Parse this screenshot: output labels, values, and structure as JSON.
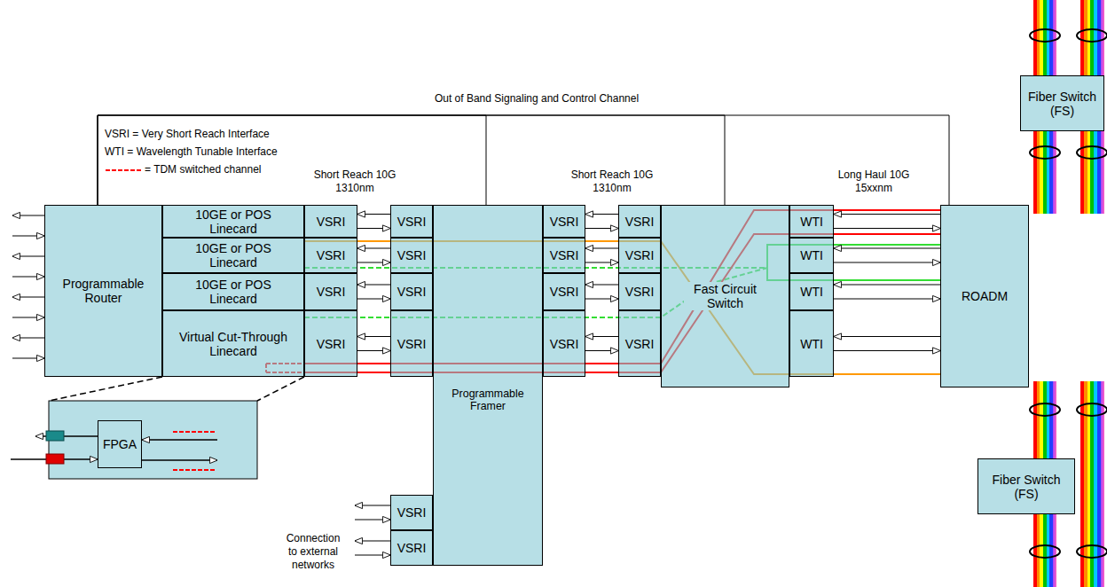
{
  "diagram": {
    "nodes": [
      {
        "text": [
          "Programmable Router"
        ]
      },
      {
        "text": [
          "10GE or POS Linecard"
        ]
      },
      {
        "text": [
          "10GE or POS Linecard"
        ]
      },
      {
        "text": [
          "10GE or POS Linecard"
        ]
      },
      {
        "text": [
          "Virtual Cut-Through Linecard"
        ]
      },
      {
        "text": [
          "VSRI"
        ]
      },
      {
        "text": [
          "VSRI"
        ]
      },
      {
        "text": [
          "VSRI"
        ]
      },
      {
        "text": [
          "VSRI"
        ]
      },
      {
        "text": [
          "VSRI"
        ]
      },
      {
        "text": [
          "VSRI"
        ]
      },
      {
        "text": [
          "VSRI"
        ]
      },
      {
        "text": [
          "VSRI"
        ]
      },
      {
        "text": [
          "Programmable Framer"
        ]
      },
      {
        "text": [
          "VSRI"
        ]
      },
      {
        "text": [
          "VSRI"
        ]
      },
      {
        "text": [
          "VSRI"
        ]
      },
      {
        "text": [
          "VSRI"
        ]
      },
      {
        "text": [
          "VSRI"
        ]
      },
      {
        "text": [
          "VSRI"
        ]
      },
      {
        "text": [
          "VSRI"
        ]
      },
      {
        "text": [
          "VSRI"
        ]
      },
      {
        "text": [
          "Fast Circuit Switch"
        ]
      },
      {
        "text": [
          "WTI"
        ]
      },
      {
        "text": [
          "WTI"
        ]
      },
      {
        "text": [
          "WTI"
        ]
      },
      {
        "text": [
          "WTI"
        ]
      },
      {
        "text": [
          "ROADM"
        ]
      },
      {
        "text": [
          "Fiber Switch (FS)"
        ]
      },
      {
        "text": [
          "Fiber Switch (FS)"
        ]
      },
      {
        "text": [
          "FPGA"
        ]
      },
      {
        "text": [
          "VSRI"
        ]
      },
      {
        "text": [
          "VSRI"
        ]
      }
    ],
    "edges": [
      {
        "from": 0,
        "to": 13,
        "arrow": "none"
      },
      {
        "from": 0,
        "to": 22,
        "arrow": "none"
      },
      {
        "from": 0,
        "to": 27,
        "arrow": "none"
      },
      {
        "from": 9,
        "to": 5,
        "arrow": "to"
      },
      {
        "from": 5,
        "to": 9,
        "arrow": "to"
      },
      {
        "from": 10,
        "to": 6,
        "arrow": "to"
      },
      {
        "from": 6,
        "to": 10,
        "arrow": "to"
      },
      {
        "from": 11,
        "to": 7,
        "arrow": "to"
      },
      {
        "from": 7,
        "to": 11,
        "arrow": "to"
      },
      {
        "from": 12,
        "to": 8,
        "arrow": "to"
      },
      {
        "from": 8,
        "to": 12,
        "arrow": "to"
      },
      {
        "from": 18,
        "to": 14,
        "arrow": "to"
      },
      {
        "from": 14,
        "to": 18,
        "arrow": "to"
      },
      {
        "from": 19,
        "to": 15,
        "arrow": "to"
      },
      {
        "from": 15,
        "to": 19,
        "arrow": "to"
      },
      {
        "from": 20,
        "to": 16,
        "arrow": "to"
      },
      {
        "from": 16,
        "to": 20,
        "arrow": "to"
      },
      {
        "from": 21,
        "to": 17,
        "arrow": "to"
      },
      {
        "from": 17,
        "to": 21,
        "arrow": "to"
      },
      {
        "from": 27,
        "to": 23,
        "arrow": "to"
      },
      {
        "from": 23,
        "to": 27,
        "arrow": "to"
      },
      {
        "from": 27,
        "to": 24,
        "arrow": "to"
      },
      {
        "from": 24,
        "to": 27,
        "arrow": "to"
      },
      {
        "from": 27,
        "to": 25,
        "arrow": "to"
      },
      {
        "from": 25,
        "to": 27,
        "arrow": "to"
      },
      {
        "from": 27,
        "to": 26,
        "arrow": "to"
      },
      {
        "from": 26,
        "to": 27,
        "arrow": "to"
      }
    ],
    "labels": [
      "Out of Band Signaling and Control Channel",
      "VSRI = Very Short Reach Interface",
      "WTI = Wavelength Tunable Interface",
      "Short Reach 10G 1310nm",
      "Short Reach 10G 1310nm",
      "Long Haul 10G 15xxnm",
      "Connection to external networks"
    ],
    "legend": [
      {
        "text": "= TDM switched channel"
      }
    ]
  }
}
